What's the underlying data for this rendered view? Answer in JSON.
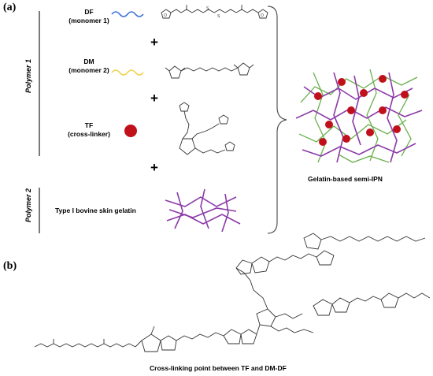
{
  "panels": {
    "a_label": "(a)",
    "b_label": "(b)"
  },
  "components": {
    "df_name": "DF",
    "df_sub": "(monomer 1)",
    "dm_name": "DM",
    "dm_sub": "(monomer 2)",
    "tf_name": "TF",
    "tf_sub": "(cross-linker)",
    "gelatin_label": "Type I bovine skin gelatin"
  },
  "groups": {
    "polymer1": "Polymer 1",
    "polymer2": "Polymer 2"
  },
  "plus_sign": "+",
  "result_caption": "Gelatin-based semi-IPN",
  "crosslink_caption": "Cross-linking point between TF and DM-DF",
  "colors": {
    "df_line": "#3a6fd8",
    "dm_line": "#f2d04a",
    "tf_dot": "#c0101a",
    "gelatin": "#8b3aa8",
    "green_chain": "#6ab04c",
    "bond": "#333333"
  }
}
